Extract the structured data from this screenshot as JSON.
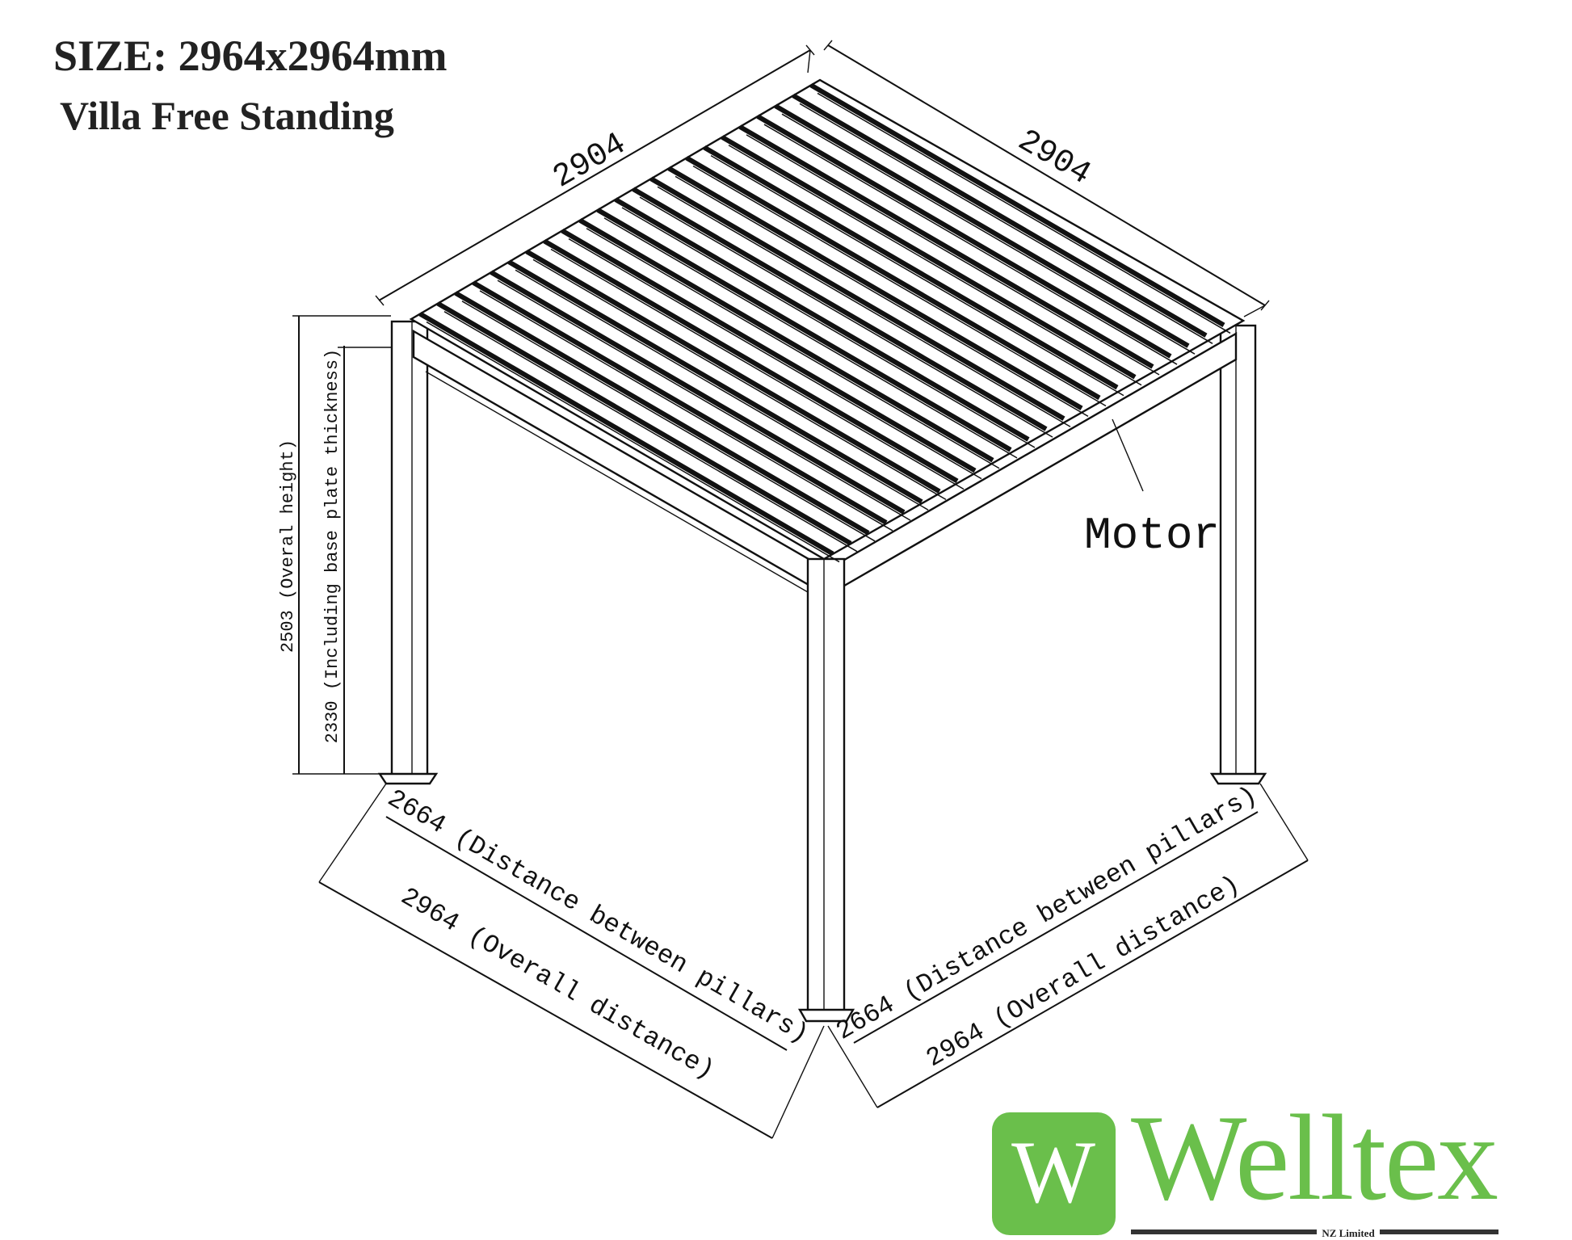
{
  "header": {
    "size_title": "SIZE: 2964x2964mm",
    "model_title": "Villa Free Standing"
  },
  "dimensions": {
    "top_left_width": "2904",
    "top_right_width": "2904",
    "overall_height": "2503 (Overal height)",
    "base_height": "2330 (Including base plate thickness)",
    "left_pillar_distance": "2664 (Distance between pillars)",
    "left_overall_distance": "2964 (Overall distance)",
    "right_pillar_distance": "2664 (Distance between pillars)",
    "right_overall_distance": "2964 (Overall distance)"
  },
  "labels": {
    "motor": "Motor"
  },
  "logo": {
    "brand": "Welltex",
    "subtitle": "NZ Limited",
    "mark": "W",
    "color": "#6abf4b"
  },
  "roof": {
    "slat_count": 23
  }
}
